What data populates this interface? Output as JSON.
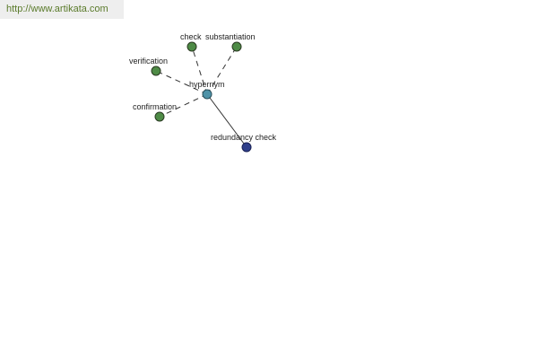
{
  "banner": {
    "url": "http://www.artikata.com"
  },
  "graph": {
    "center": {
      "label": "hypernym",
      "color": "#4f93a8"
    },
    "nodes": [
      {
        "id": "check",
        "label": "check",
        "color": "#4e8b46",
        "relation": "dashed"
      },
      {
        "id": "substantiation",
        "label": "substantiation",
        "color": "#4e8b46",
        "relation": "dashed"
      },
      {
        "id": "verification",
        "label": "verification",
        "color": "#4e8b46",
        "relation": "dashed"
      },
      {
        "id": "confirmation",
        "label": "confirmation",
        "color": "#4e8b46",
        "relation": "dashed"
      },
      {
        "id": "redundancy-check",
        "label": "redundancy check",
        "color": "#2f3f8a",
        "relation": "solid"
      }
    ]
  }
}
